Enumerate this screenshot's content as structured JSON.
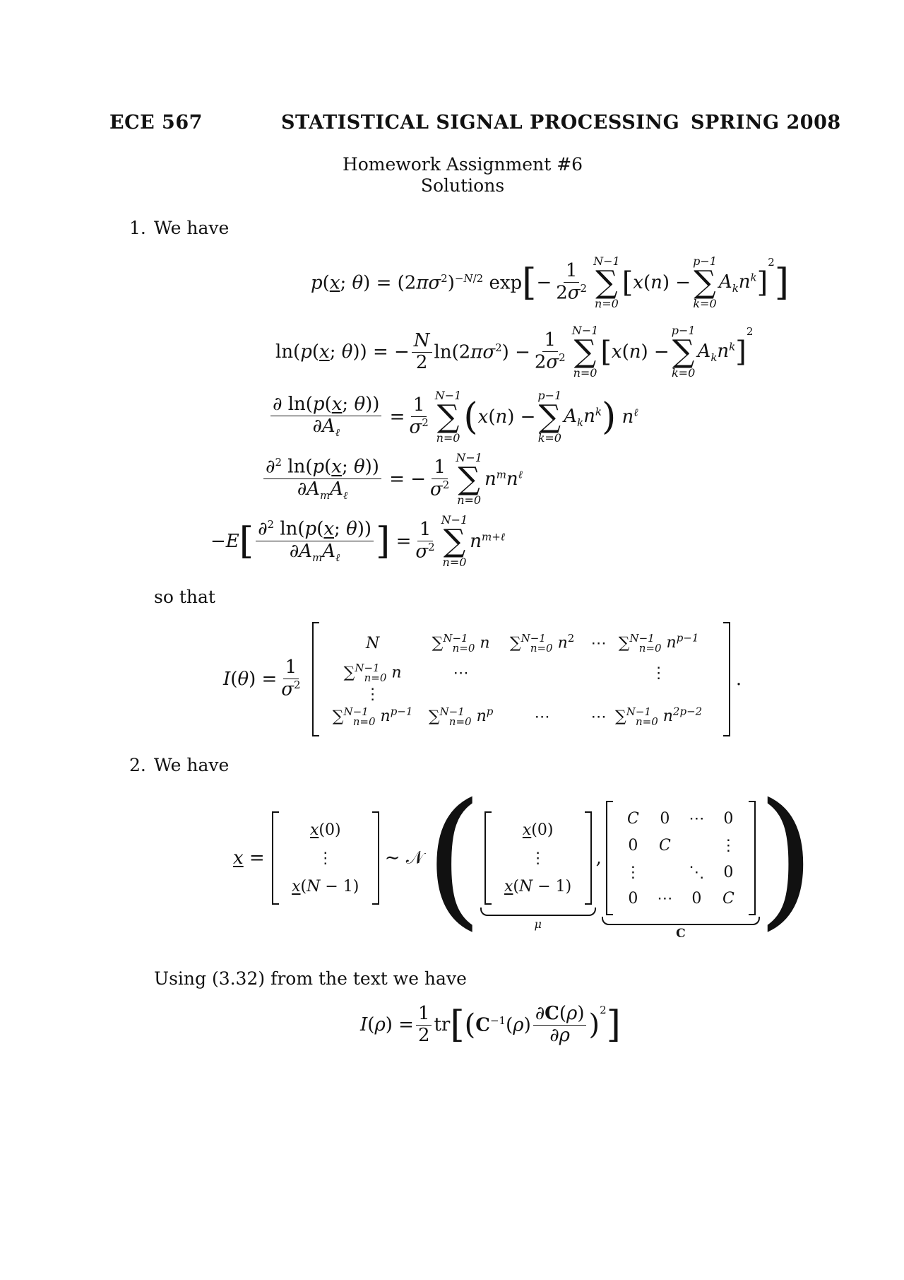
{
  "header": {
    "course": "ECE 567",
    "title": "STATISTICAL SIGNAL PROCESSING",
    "term": "SPRING 2008"
  },
  "subtitle": {
    "line1": "Homework Assignment #6",
    "line2": "Solutions"
  },
  "problem1": {
    "number": "1.",
    "intro": "We have",
    "so_that": "so that"
  },
  "problem2": {
    "number": "2.",
    "intro": "We have",
    "using": "Using (3.32) from the text we have",
    "mu_label": "μ",
    "c_label": "C"
  }
}
